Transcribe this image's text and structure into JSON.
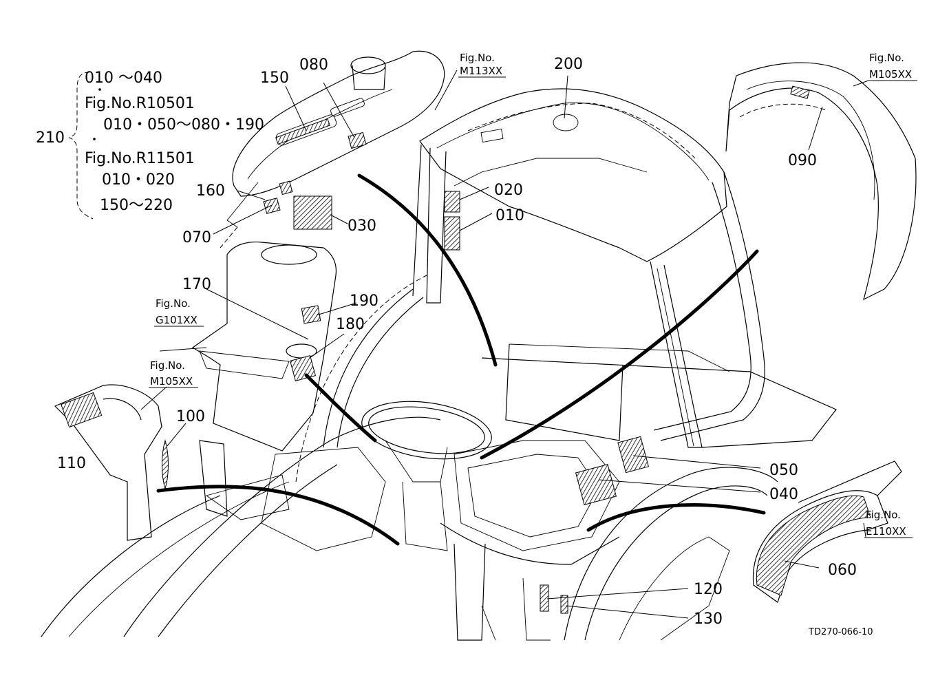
{
  "brace_callout": {
    "label": "210",
    "lines": [
      "010 ～040",
      "Fig.No.R10501",
      "010・050～080・190",
      "Fig.No.R11501",
      "010・020",
      "150～220"
    ]
  },
  "part_labels": {
    "p010": "010",
    "p020": "020",
    "p030": "030",
    "p040": "040",
    "p050": "050",
    "p060": "060",
    "p070": "070",
    "p080": "080",
    "p090": "090",
    "p100": "100",
    "p110": "110",
    "p120": "120",
    "p130": "130",
    "p150": "150",
    "p160": "160",
    "p170": "170",
    "p180": "180",
    "p190": "190",
    "p200": "200"
  },
  "fig_refs": {
    "m113": {
      "prefix": "Fig.No.",
      "code": "M113XX"
    },
    "m105_top": {
      "prefix": "Fig.No.",
      "code": "M105XX"
    },
    "g101": {
      "prefix": "Fig.No.",
      "code": "G101XX"
    },
    "m105_left": {
      "prefix": "Fig.No.",
      "code": "M105XX"
    },
    "e110": {
      "prefix": "Fig.No.",
      "code": "E110XX"
    }
  },
  "drawing_id": "TD270-066-10"
}
